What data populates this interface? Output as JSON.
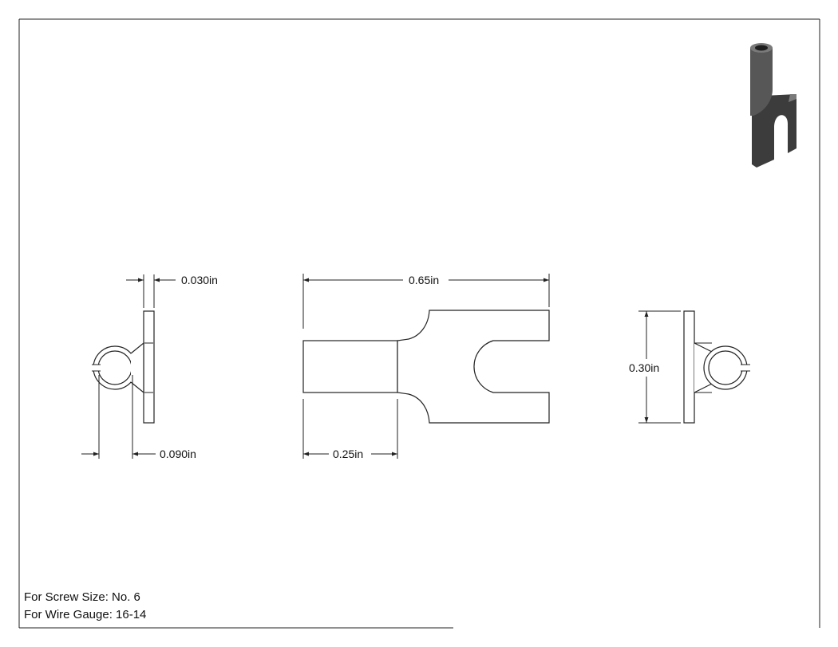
{
  "dimensions": {
    "side_left_thickness": "0.030in",
    "side_left_offset": "0.090in",
    "top_overall_length": "0.65in",
    "top_barrel_length": "0.25in",
    "side_right_height": "0.30in"
  },
  "notes": {
    "screw_size": "For Screw Size: No. 6",
    "wire_gauge": "For Wire Gauge: 16-14"
  },
  "iso_view": {
    "colors": {
      "dark": "#3c3c3c",
      "mid": "#575757",
      "light": "#7a7a7a"
    }
  }
}
